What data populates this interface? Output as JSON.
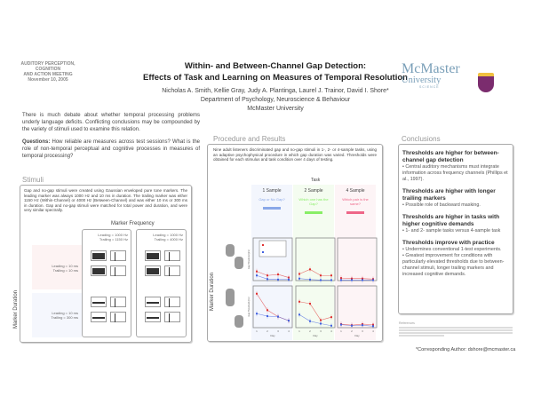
{
  "conference": [
    "AUDITORY PERCEPTION, COGNITION",
    "AND ACTION MEETING",
    "November 10, 2005"
  ],
  "title": [
    "Within- and Between-Channel Gap Detection:",
    "Effects of Task and Learning on Measures of Temporal Resolution"
  ],
  "authors": "Nicholas A. Smith, Kellie Gray, Judy A. Plantinga, Laurel J. Trainor, David I. Shore*",
  "department": "Department of Psychology, Neuroscience & Behaviour",
  "university": "McMaster University",
  "logo": {
    "line1": "McMaster",
    "line2": "University",
    "line3": "SCIENCE",
    "colors": {
      "text": "#7a9fb8",
      "crest": "#7b2c6e"
    }
  },
  "intro": "There is much debate about whether temporal processing problems underly language deficits. Conflicting conclusions may be compounded by the variety of stimuli used to examine this relation.",
  "questions": {
    "label": "Questions:",
    "text": " How reliable are measures across test sessions? What is the role of non-temporal perceptual and cognitive processes in measures of temporal processing?"
  },
  "stimuli": {
    "heading": "Stimuli",
    "text": "Gap and no-gap stimuli were created using Gaussian enveloped pure tone markers. The leading marker was always 1000 Hz and 10 ms in duration. The trailing marker was either 1150 Hz (Within-Channel) or 4000 Hz (Between-Channel) and was either 10 ms or 300 ms in duration. Gap and no-gap stimuli were matched for total power and duration, and were very similar spectrally.",
    "col_axis": "Marker Frequency",
    "row_axis": "Marker Duration",
    "columns": [
      [
        "Leading = 1000 Hz",
        "Trailing = 1150 Hz"
      ],
      [
        "Leading = 1000 Hz",
        "Trailing = 4000 Hz"
      ]
    ],
    "rows": [
      [
        "Leading = 10 ms",
        "Trailing = 10 ms"
      ],
      [
        "Leading = 10 ms",
        "Trailing = 300 ms"
      ]
    ]
  },
  "procedure": {
    "heading": "Procedure and Results",
    "text": "Nine adult listeners discriminated gap and no-gap stimuli in 1-, 2- or 4-sample tasks, using an adaptive psychophysical procedure in which gap duration was varied. Thresholds were obtained for each stimulus and task condition over 4 days of testing.",
    "task_label": "Task",
    "row_axis": "Marker Duration",
    "tasks": [
      {
        "name": "1 Sample",
        "question": "Gap or No Gap?",
        "color": "#8aa8e8",
        "bg": "#f3f6fd"
      },
      {
        "name": "2 Sample",
        "question": "Which one has the Gap?",
        "color": "#88ee66",
        "bg": "#f4fcf0"
      },
      {
        "name": "4 Sample",
        "question": "Which pair is the same?",
        "color": "#ee6688",
        "bg": "#fdf4f6"
      }
    ]
  },
  "chart_data": {
    "type": "line",
    "xlabel": "Day",
    "ylabel": "Gap Threshold (ms)",
    "x": [
      1,
      2,
      3,
      4
    ],
    "ylim": [
      0,
      80
    ],
    "series_colors": {
      "between": "#e03030",
      "within": "#4060e0"
    },
    "panels": [
      {
        "row": 1,
        "task": "1 Sample",
        "between": [
          18,
          10,
          12,
          6
        ],
        "within": [
          10,
          3,
          2,
          2
        ]
      },
      {
        "row": 1,
        "task": "2 Sample",
        "between": [
          13,
          22,
          10,
          10
        ],
        "within": [
          4,
          2,
          1,
          1
        ]
      },
      {
        "row": 1,
        "task": "4 Sample",
        "between": [
          5,
          4,
          4,
          3
        ],
        "within": [
          1,
          1,
          1,
          1
        ]
      },
      {
        "row": 2,
        "task": "1 Sample",
        "between": [
          68,
          35,
          22,
          14
        ],
        "within": [
          28,
          23,
          22,
          14
        ]
      },
      {
        "row": 2,
        "task": "2 Sample",
        "between": [
          52,
          48,
          15,
          21
        ],
        "within": [
          26,
          13,
          8,
          4
        ]
      },
      {
        "row": 2,
        "task": "4 Sample",
        "between": [
          7,
          5,
          7,
          6
        ],
        "within": [
          6,
          4,
          5,
          3
        ]
      }
    ]
  },
  "conclusions": {
    "heading": "Conclusions",
    "items": [
      {
        "title": "Thresholds are higher for between-channel gap detection",
        "points": [
          "• Central auditory mechanisms must integrate information across frequency channels (Phillips et al., 1997)."
        ]
      },
      {
        "title": "Thresholds are higher with longer trailing markers",
        "points": [
          "• Possible role of backward masking."
        ]
      },
      {
        "title": "Thresholds are higher in tasks with higher cognitive demands",
        "points": [
          "• 1- and 2- sample tasks versus 4-sample task"
        ]
      },
      {
        "title": "Thresholds improve with practice",
        "points": [
          "• Undermines conventional 1-test experiments.",
          "• Greatest improvement for conditions with particularly elevated thresholds due to between-channel stimuli, longer trailing markers and increased cognitive demands."
        ]
      }
    ]
  },
  "references_label": "References",
  "corresponding": "*Corresponding Author: dshore@mcmaster.ca"
}
